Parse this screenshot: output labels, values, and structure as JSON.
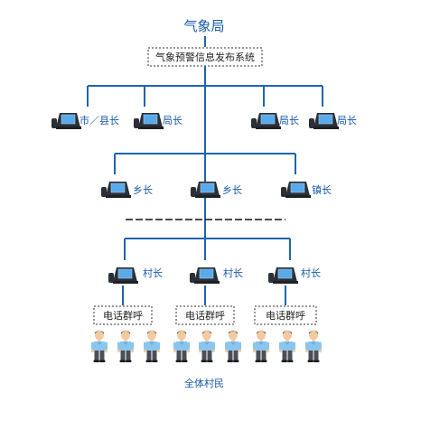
{
  "title": "气象局",
  "system_box": "气象预警信息发布系统",
  "tier1": [
    "市／县长",
    "局长",
    "局长",
    "局长"
  ],
  "tier2": [
    "乡长",
    "乡长",
    "镇长"
  ],
  "tier3": [
    "村长",
    "村长",
    "村长"
  ],
  "call_box": "电话群呼",
  "footer": "全体村民"
}
